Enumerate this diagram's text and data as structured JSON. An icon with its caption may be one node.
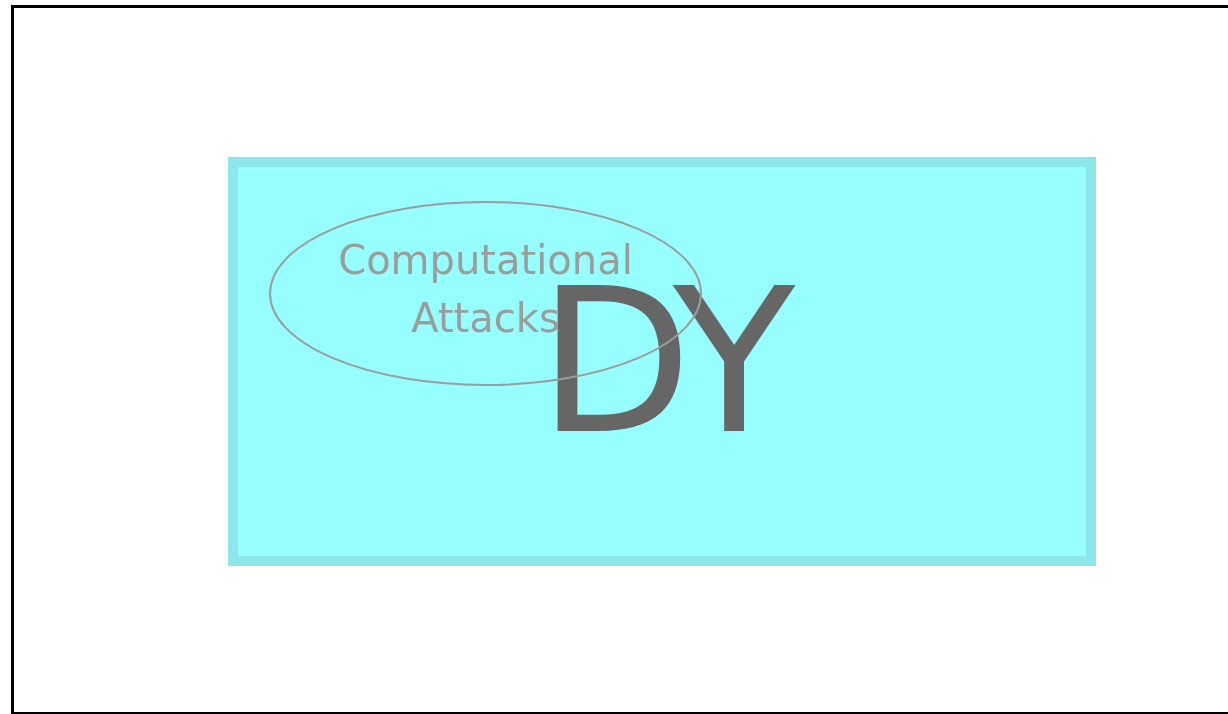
{
  "diagram": {
    "nodes": [
      {
        "text": [
          "DY"
        ]
      },
      {
        "text": [
          "Computational Attacks"
        ],
        "in": 0
      }
    ]
  }
}
